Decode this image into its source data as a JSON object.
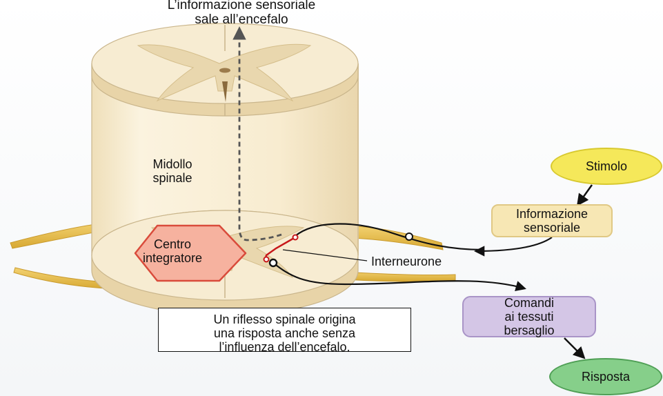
{
  "labels": {
    "top": "L’informazione sensoriale\nsale all’encefalo",
    "cord": "Midollo\nspinale",
    "center": "Centro\nintegratore",
    "interneuron": "Interneurone"
  },
  "caption": "Un riflesso spinale origina\nuna risposta anche senza\nl’influenza dell’encefalo.",
  "flow": {
    "stimulus": "Stimolo",
    "sensory_info": "Informazione\nsensoriale",
    "commands": "Comandi\nai tessuti\nbersaglio",
    "response": "Risposta"
  },
  "colors": {
    "cord": "#f7ecd2",
    "grey_matter": "#e9d7ae",
    "nerve": "#e9c351",
    "integrator_fill": "#f6b29f",
    "integrator_border": "#d94b3b",
    "stimulus": "#f5e85a",
    "sensory_info": "#f7e7b4",
    "commands": "#d4c6e6",
    "response": "#86cf8a"
  }
}
